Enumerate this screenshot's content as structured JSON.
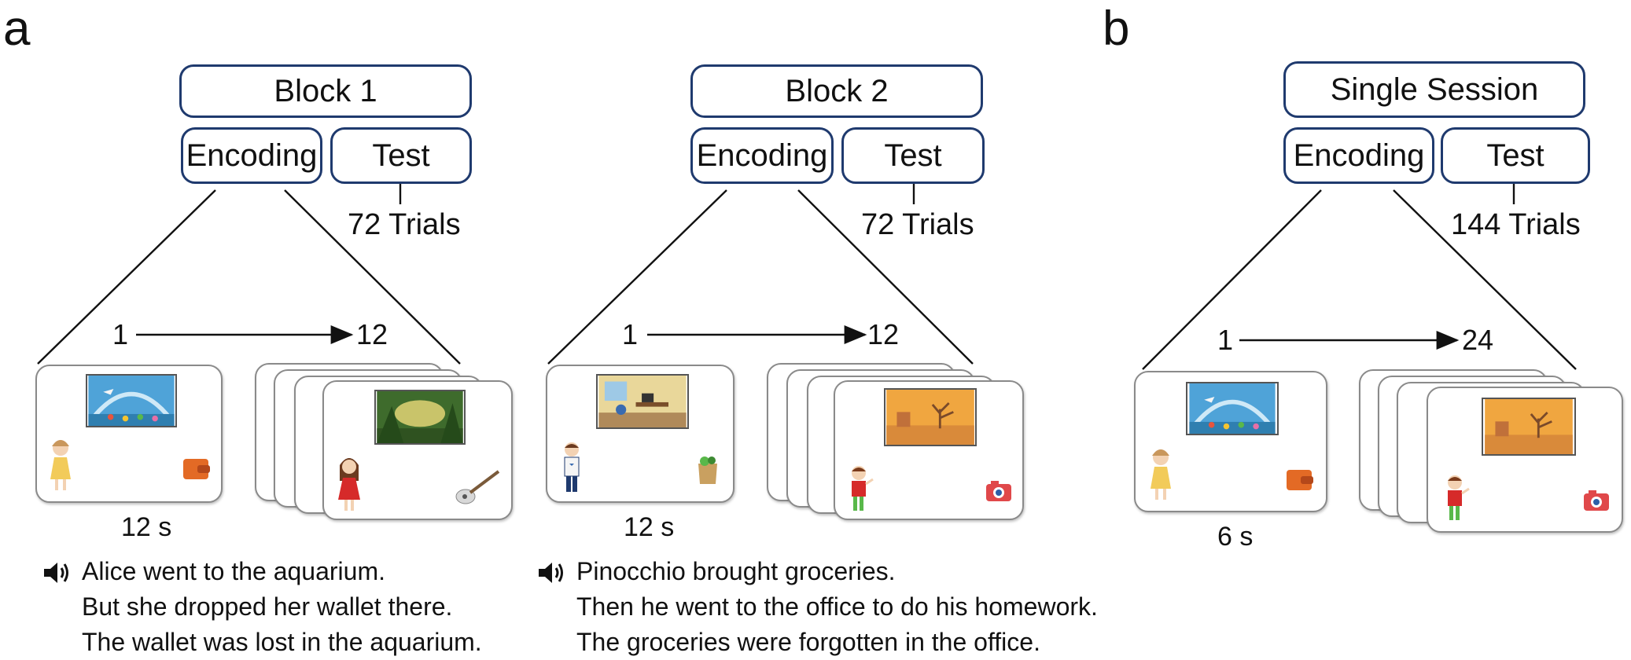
{
  "panels": {
    "a": {
      "letter": "a",
      "block1": {
        "title": "Block 1",
        "encoding_label": "Encoding",
        "test_label": "Test",
        "trials": "72 Trials",
        "seq_start": "1",
        "seq_end": "12",
        "duration": "12 s",
        "sentences": [
          "Alice went to the aquarium.",
          "But she dropped her wallet there.",
          "The wallet was lost in the aquarium."
        ]
      },
      "block2": {
        "title": "Block 2",
        "encoding_label": "Encoding",
        "test_label": "Test",
        "trials": "72 Trials",
        "seq_start": "1",
        "seq_end": "12",
        "duration": "12 s",
        "sentences": [
          "Pinocchio brought groceries.",
          "Then he went to the office to do his homework.",
          "The groceries were forgotten in the office."
        ]
      }
    },
    "b": {
      "letter": "b",
      "session": {
        "title": "Single Session",
        "encoding_label": "Encoding",
        "test_label": "Test",
        "trials": "144 Trials",
        "seq_start": "1",
        "seq_end": "24",
        "duration": "6 s"
      }
    }
  },
  "icons": {
    "audio": "speaker-icon",
    "scenes": [
      "aquarium-scene",
      "forest-scene",
      "office-scene",
      "desert-scene"
    ],
    "characters": [
      "girl-yellow-dress-figure",
      "girl-red-dress-figure",
      "boy-blue-figure",
      "boy-red-shirt-figure"
    ],
    "objects": [
      "wallet-icon",
      "guitar-icon",
      "grocery-bag-icon",
      "camera-icon"
    ]
  },
  "colors": {
    "box_border": "#1f3a6e",
    "card_border": "#8a8a8a",
    "text": "#111111"
  }
}
